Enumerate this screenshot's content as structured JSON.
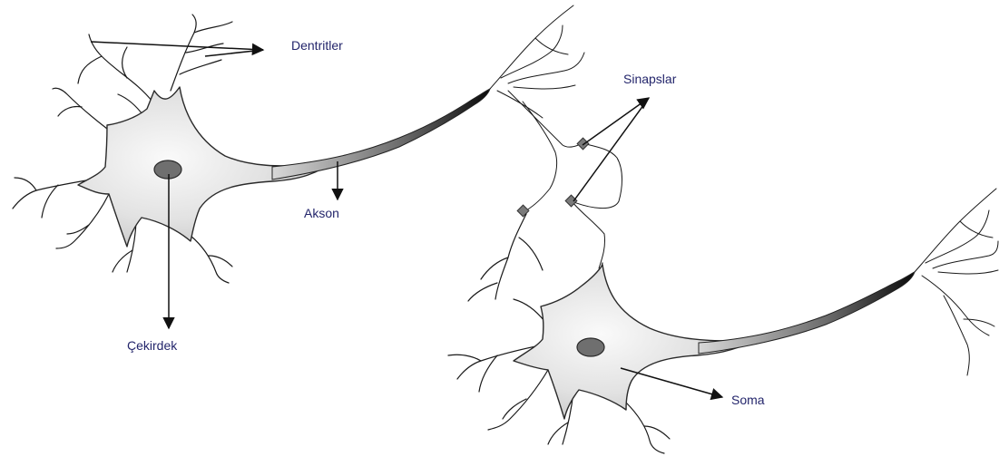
{
  "labels": {
    "dendrites": "Dentritler",
    "synapses": "Sinapslar",
    "axon": "Akson",
    "nucleus": "Çekirdek",
    "soma": "Soma"
  },
  "colors": {
    "label_text": "#23256b",
    "outline": "#1a1a1a",
    "cell_light": "#f4f4f4",
    "cell_mid": "#c9c9c9",
    "nucleus": "#6f6f6f",
    "axon_dark": "#111111"
  }
}
